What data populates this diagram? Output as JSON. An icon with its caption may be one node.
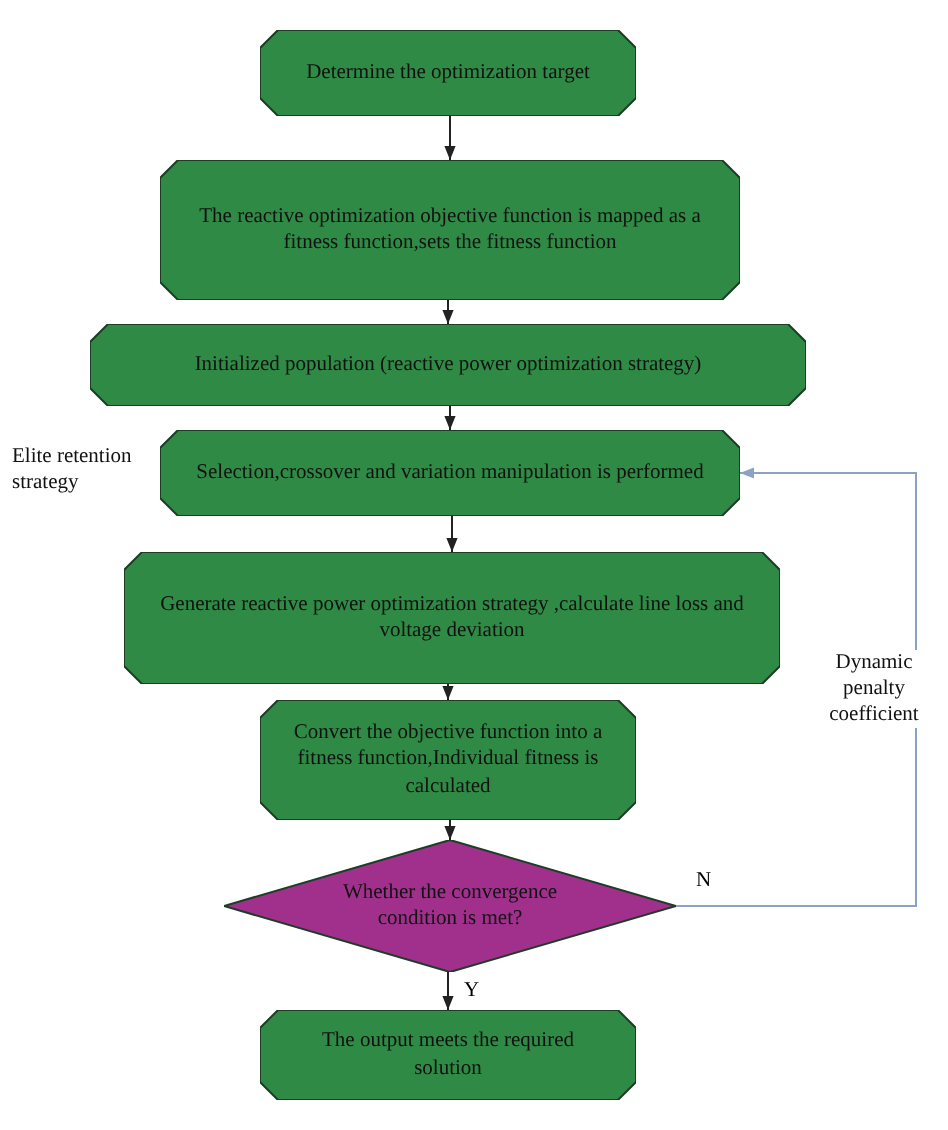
{
  "diagram": {
    "nodes": [
      {
        "text": [
          "Determine the optimization target"
        ]
      },
      {
        "text": [
          "The reactive optimization objective function is mapped as a fitness function,sets the fitness function"
        ]
      },
      {
        "text": [
          "Initialized population (reactive power optimization strategy)"
        ]
      },
      {
        "text": [
          "Selection,crossover and variation manipulation is performed"
        ]
      },
      {
        "text": [
          "Generate reactive power optimization strategy ,calculate line loss and voltage deviation"
        ]
      },
      {
        "text": [
          "Convert the objective function into a fitness function,Individual fitness is calculated"
        ]
      },
      {
        "text": [
          "Whether the convergence condition is met?"
        ]
      },
      {
        "text": [
          "The output meets the required solution"
        ]
      }
    ],
    "edges": [
      {
        "from": 0,
        "to": 1,
        "arrow": "to"
      },
      {
        "from": 1,
        "to": 2,
        "arrow": "to"
      },
      {
        "from": 2,
        "to": 3,
        "arrow": "to"
      },
      {
        "from": 3,
        "to": 4,
        "arrow": "to"
      },
      {
        "from": 4,
        "to": 5,
        "arrow": "to"
      },
      {
        "from": 5,
        "to": 6,
        "arrow": "to"
      },
      {
        "from": 6,
        "to": 7,
        "arrow": "to",
        "label": "Y"
      },
      {
        "from": 6,
        "to": 3,
        "arrow": "to",
        "label": "N",
        "color": "#8aa3c2"
      }
    ],
    "labels": [
      "Elite retention strategy",
      "Dynamic penalty coefficient"
    ]
  }
}
